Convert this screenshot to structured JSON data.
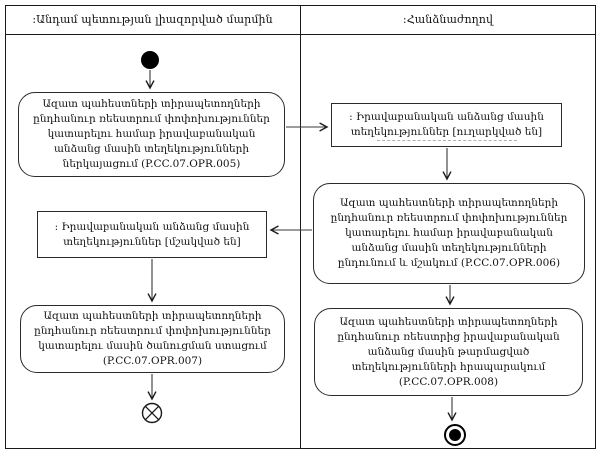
{
  "diagram": {
    "type": "uml-activity-swimlane",
    "lanes": [
      {
        "label": ":Անդամ պետության լիազորված մարմին"
      },
      {
        "label": ":Հանձնաժողով"
      }
    ],
    "nodes": {
      "opr005": {
        "label": "Ազատ պահեստների տիրապետողների ընդհանուր ռեեստրում փոփոխություններ կատարելու համար իրավաբանական անձանց մասին տեղեկությունների ներկայացում (P.CC.07.OPR.005)"
      },
      "obj_sent": {
        "label": ": Իրավաբանական անձանց մասին տեղեկություններ [ուղարկված են]"
      },
      "opr006": {
        "label": "Ազատ պահեստների տիրապետողների ընդհանուր ռեեստրում փոփոխություններ կատարելու համար իրավաբանական անձանց մասին տեղեկությունների ընդունում և մշակում (P.CC.07.OPR.006)"
      },
      "obj_processed": {
        "label": ": Իրավաբանական անձանց մասին տեղեկություններ [մշակված են]"
      },
      "opr007": {
        "label": "Ազատ պահեստների տիրապետողների ընդհանուր ռեեստրում փոփոխություններ կատարելու մասին ծանուցման ստացում (P.CC.07.OPR.007)"
      },
      "opr008": {
        "label": "Ազատ պահեստների տիրապետողների ընդհանուր ռեեստրից իրավաբանական անձանց մասին թարմացված տեղեկությունների հրապարակում (P.CC.07.OPR.008)"
      }
    },
    "colors": {
      "line": "#1a1a1a",
      "node_border": "#2b2b2b",
      "text": "#111111",
      "background": "#ffffff",
      "artifact_dash": "#b0b0b0"
    }
  }
}
